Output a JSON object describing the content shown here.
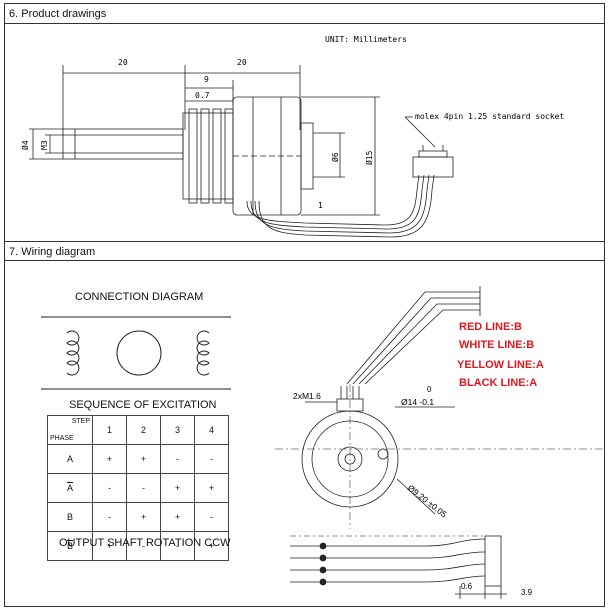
{
  "sections": {
    "product_drawings": "6. Product drawings",
    "wiring_diagram": "7. Wiring diagram"
  },
  "drawing": {
    "unit": "UNIT: Millimeters",
    "dim_20_left": "20",
    "dim_20_right": "20",
    "dim_9": "9",
    "dim_07": "0.7",
    "dim_d4": "Ø4",
    "dim_m3": "M3",
    "dim_d6": "Ø6",
    "dim_d15": "Ø15",
    "dim_1": "1",
    "socket_note": "molex 4pin 1.25 standard socket"
  },
  "wiring": {
    "connection_title": "CONNECTION DIAGRAM",
    "sequence_title": "SEQUENCE OF EXCITATION",
    "step_label": "STEP",
    "phase_label": "PHASE",
    "steps": [
      "1",
      "2",
      "3",
      "4"
    ],
    "phases": [
      "A",
      "A",
      "B",
      "B"
    ],
    "phase_overlines": [
      false,
      true,
      false,
      true
    ],
    "rows": [
      [
        "+",
        "+",
        "-",
        "-"
      ],
      [
        "-",
        "-",
        "+",
        "+"
      ],
      [
        "-",
        "+",
        "+",
        "-"
      ],
      [
        "+",
        "-",
        "-",
        "+"
      ]
    ],
    "rotation_note": "OUTPUT SHAFT ROTATION CCW",
    "lines": {
      "red": "RED LINE:B",
      "white": "WHITE LINE:B",
      "yellow": "YELLOW LINE:A",
      "black": "BLACK LINE:A"
    },
    "dim_2xm16": "2xM1.6",
    "dim_d14": "Ø14 -0.1",
    "dim_d14_top": "0",
    "dim_d920": "Ø9.20 ±0.05",
    "dim_06": "0.6",
    "dim_39": "3.9"
  },
  "colors": {
    "line_label": "#e0181f",
    "ink": "#111111"
  }
}
